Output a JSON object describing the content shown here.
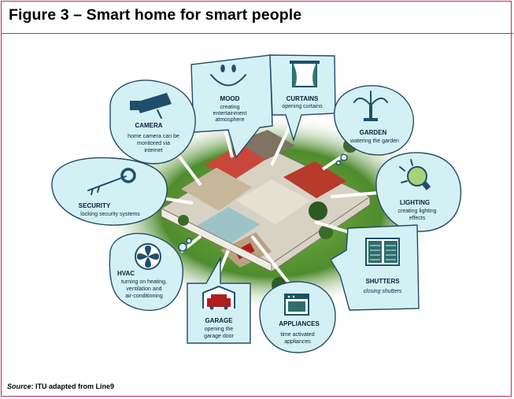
{
  "figure": {
    "title": "Figure 3 – Smart home for smart people",
    "source_label": "Source",
    "source_text": ": ITU adapted from Line9"
  },
  "features": {
    "camera": {
      "name": "CAMERA",
      "lines": [
        "home camera can be",
        "monitored via",
        "internet"
      ],
      "icon": "camera-icon"
    },
    "mood": {
      "name": "MOOD",
      "lines": [
        "creating",
        "entertainment",
        "atmosphere"
      ],
      "icon": "smiley-icon"
    },
    "curtains": {
      "name": "CURTAINS",
      "lines": [
        "opening curtains"
      ],
      "icon": "window-curtains-icon"
    },
    "garden": {
      "name": "GARDEN",
      "lines": [
        "watering the garden"
      ],
      "icon": "sprinkler-icon"
    },
    "lighting": {
      "name": "LIGHTING",
      "lines": [
        "creating lighting",
        "effects"
      ],
      "icon": "light-bulb-icon"
    },
    "security": {
      "name": "SECURITY",
      "lines": [
        "locking security systems"
      ],
      "icon": "key-icon"
    },
    "shutters": {
      "name": "SHUTTERS",
      "lines": [
        "closing shutters"
      ],
      "icon": "shutters-icon"
    },
    "hvac": {
      "name": "HVAC",
      "lines": [
        "turning on heating,",
        "ventilation and",
        "air-conditioning"
      ],
      "icon": "fan-icon"
    },
    "garage": {
      "name": "GARAGE",
      "lines": [
        "opening the",
        "garage door"
      ],
      "icon": "garage-car-icon"
    },
    "appliances": {
      "name": "APPLIANCES",
      "lines": [
        "time activated",
        "appliances"
      ],
      "icon": "oven-icon"
    }
  },
  "colors": {
    "bubble_fill": "#d3f1f5",
    "bubble_stroke": "#254a62",
    "frame": "#b03060",
    "lawn": "#4f8c2e",
    "roof_red": "#b83a2a"
  }
}
